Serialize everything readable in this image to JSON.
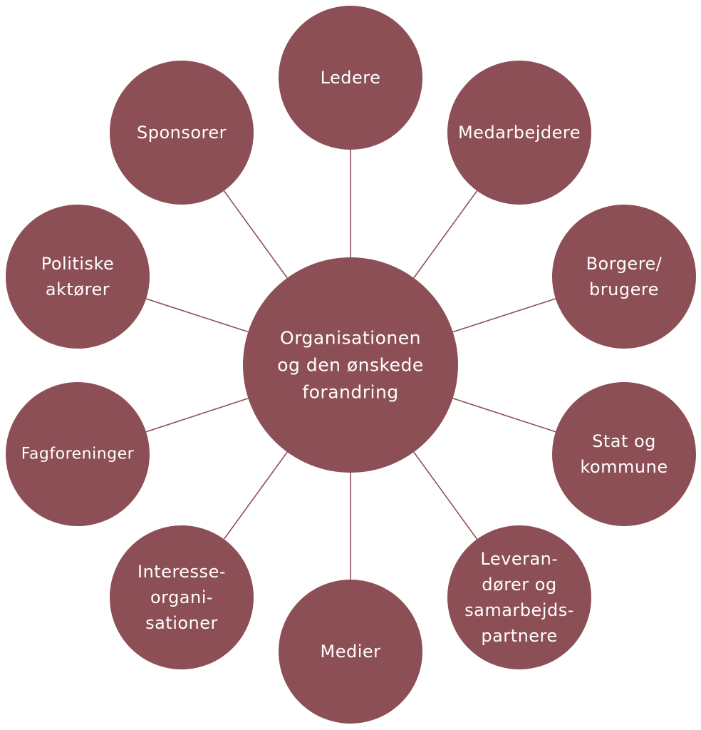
{
  "center": {
    "lines": [
      "Organisationen",
      "og den ønskede",
      "forandring"
    ]
  },
  "nodes": [
    {
      "id": "ledere",
      "lines": [
        "Ledere"
      ]
    },
    {
      "id": "medarbejdere",
      "lines": [
        "Medarbejdere"
      ]
    },
    {
      "id": "borgere-brugere",
      "lines": [
        "Borgere/",
        "brugere"
      ]
    },
    {
      "id": "stat-og-kommune",
      "lines": [
        "Stat og",
        "kommune"
      ]
    },
    {
      "id": "leverandoerer",
      "lines": [
        "Leveran-",
        "dører og",
        "samarbejds-",
        "partnere"
      ]
    },
    {
      "id": "medier",
      "lines": [
        "Medier"
      ]
    },
    {
      "id": "interesseorganisationer",
      "lines": [
        "Interesse-",
        "organi-",
        "sationer"
      ]
    },
    {
      "id": "fagforeninger",
      "lines": [
        "Fagforeninger"
      ]
    },
    {
      "id": "politiske-aktoerer",
      "lines": [
        "Politiske",
        "aktører"
      ]
    },
    {
      "id": "sponsorer",
      "lines": [
        "Sponsorer"
      ]
    }
  ],
  "colors": {
    "circle_fill": "#8c4f55",
    "text": "#ffffff",
    "background": "#ffffff"
  }
}
